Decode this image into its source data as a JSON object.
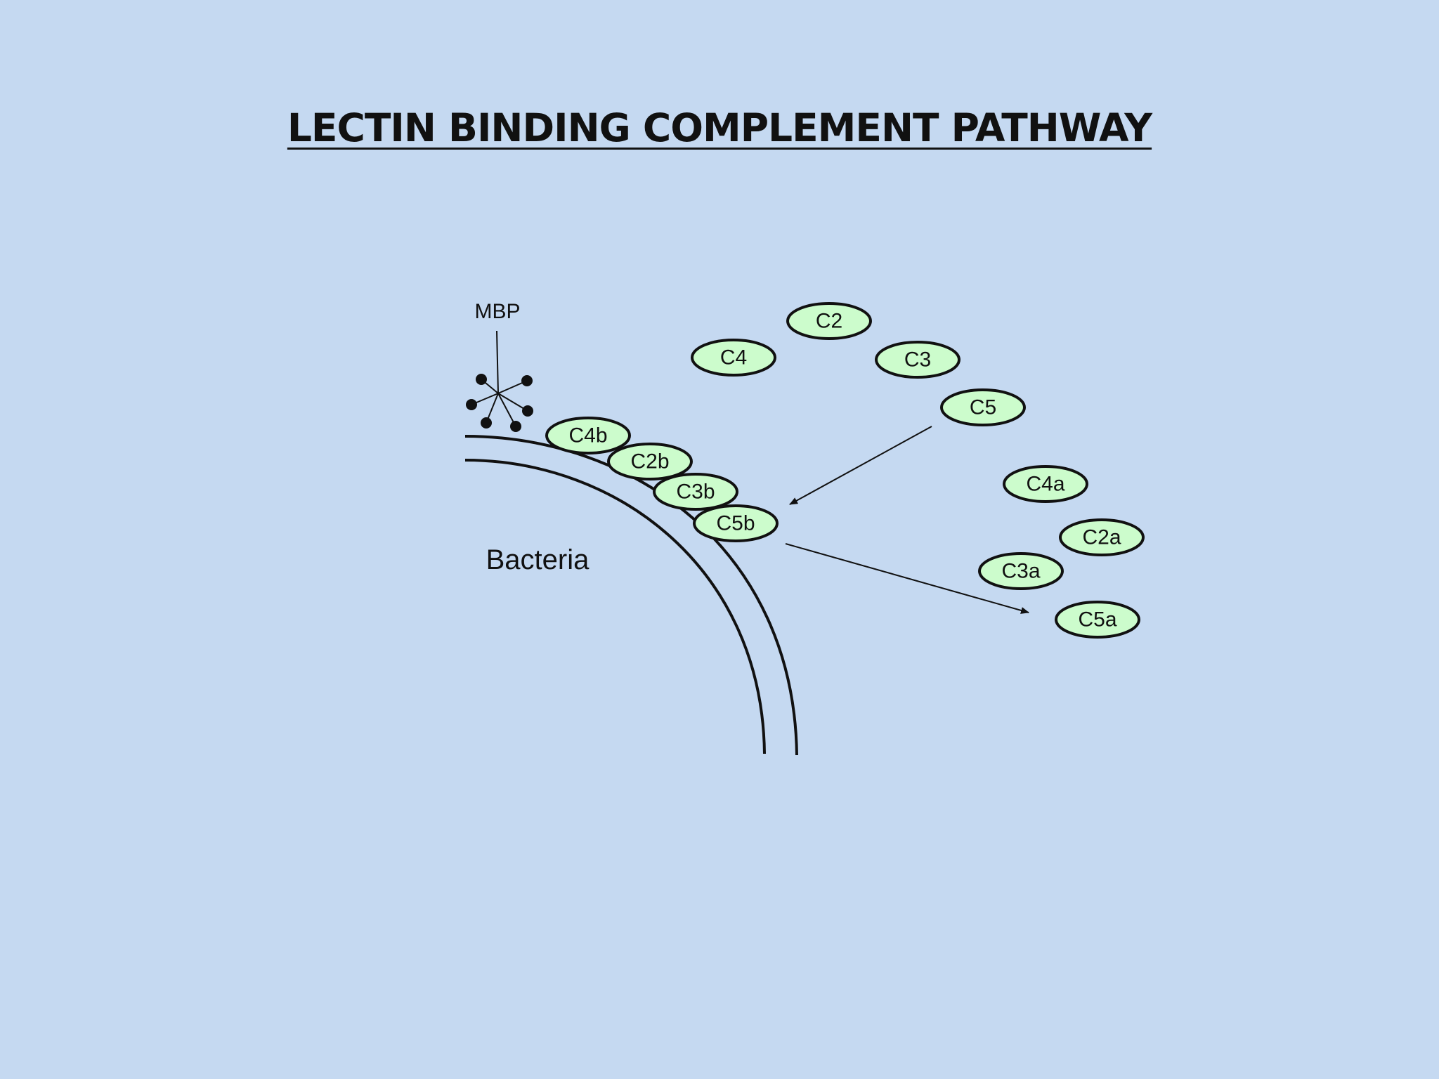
{
  "title": "LECTIN BINDING COMPLEMENT PATHWAY",
  "labels": {
    "mbp": "MBP",
    "bacteria": "Bacteria"
  },
  "molecules": {
    "c2": "C2",
    "c4": "C4",
    "c3": "C3",
    "c5": "C5",
    "c4b": "C4b",
    "c2b": "C2b",
    "c3b": "C3b",
    "c5b": "C5b",
    "c4a": "C4a",
    "c2a": "C2a",
    "c3a": "C3a",
    "c5a": "C5a"
  },
  "colors": {
    "background": "#c5d9f1",
    "molecule_fill": "#ccfccc",
    "outline": "#111111"
  }
}
